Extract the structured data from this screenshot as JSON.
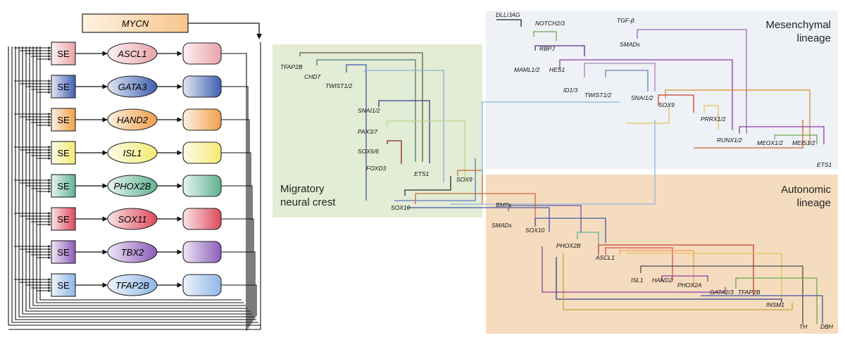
{
  "left_panel": {
    "top_gene": "MYCN",
    "se_label": "SE",
    "rows": [
      {
        "tf": "ASCL1",
        "color": "#e9a3a9"
      },
      {
        "tf": "GATA3",
        "color": "#3f5fb0"
      },
      {
        "tf": "HAND2",
        "color": "#f1a04a"
      },
      {
        "tf": "ISL1",
        "color": "#f4ea72"
      },
      {
        "tf": "PHOX2B",
        "color": "#5fb392"
      },
      {
        "tf": "SOX11",
        "color": "#de4a5b"
      },
      {
        "tf": "TBX2",
        "color": "#8b5cb8"
      },
      {
        "tf": "TFAP2B",
        "color": "#8eb6e6"
      }
    ]
  },
  "regions": {
    "migratory": {
      "line1": "Migratory",
      "line2": "neural crest",
      "color": "#e3ecd4"
    },
    "mesenchymal": {
      "line1": "Mesenchymal",
      "line2": "lineage",
      "color": "#eef1f5"
    },
    "autonomic": {
      "line1": "Autonomic",
      "line2": "lineage",
      "color": "#f6dcbf"
    }
  },
  "genes": {
    "migratory": [
      "TFAP2B",
      "CHD7",
      "TWIST1/2",
      "SNAI1/2",
      "PAX3/7",
      "SOX5/6",
      "FOXD3",
      "ETS1",
      "SOX9",
      "SOX10"
    ],
    "mesenchymal": [
      "DLL/JAG",
      "NOTCH2/3",
      "TGF-β",
      "SMADs",
      "RBPJ",
      "MAML1/2",
      "HES1",
      "ID1/3",
      "TWIST1/2",
      "SNAI1/2",
      "SOX9",
      "PRRX1/2",
      "RUNX1/2",
      "MEOX1/2",
      "MEIS1/2",
      "ETS1"
    ],
    "autonomic": [
      "BMPs",
      "SMADs",
      "SOX10",
      "PHOX2B",
      "ASCL1",
      "ISL1",
      "HAND2",
      "PHOX2A",
      "GATA2/3",
      "TFAP2B",
      "INSM1",
      "TH",
      "DBH"
    ]
  }
}
